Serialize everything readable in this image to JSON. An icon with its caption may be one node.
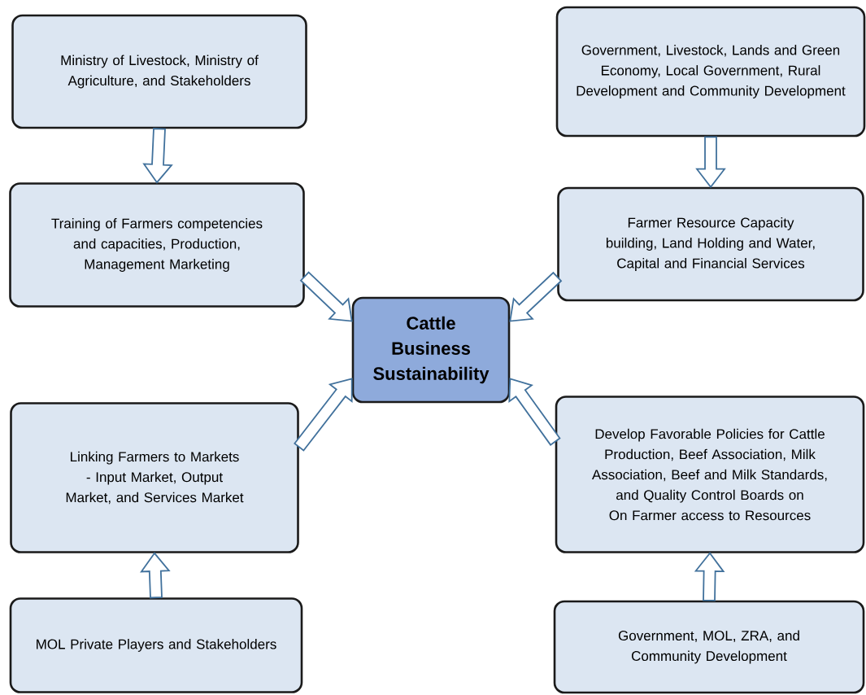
{
  "diagram": {
    "nodes": [
      {
        "text": [
          "Ministry of Livestock, Ministry of Agriculture, and Stakeholders"
        ]
      },
      {
        "text": [
          "Training of Farmers competencies and capacities, Production, Management Marketing"
        ]
      },
      {
        "text": [
          "Cattle Business Sustainability"
        ]
      },
      {
        "text": [
          "Linking Farmers to Markets  - Input Market, Output Market, and Services Market"
        ]
      },
      {
        "text": [
          "MOL Private Players and Stakeholders"
        ]
      },
      {
        "text": [
          "Government, Livestock, Lands and Green Economy, Local Government, Rural Development and Community Development"
        ]
      },
      {
        "text": [
          "Farmer Resource Capacity building, Land Holding and Water, Capital and Financial Services"
        ]
      },
      {
        "text": [
          "Develop Favorable Policies for Cattle Production, Beef Association, Milk Association, Beef and Milk Standards, and Quality Control Boards on On Farmer access to Resources"
        ]
      },
      {
        "text": [
          "Government, MOL, ZRA, and Community Development"
        ]
      }
    ],
    "edges": [
      {
        "from": 0,
        "to": 1,
        "arrow": "to"
      },
      {
        "from": 1,
        "to": 2,
        "arrow": "to"
      },
      {
        "from": 3,
        "to": 2,
        "arrow": "to"
      },
      {
        "from": 4,
        "to": 3,
        "arrow": "to"
      },
      {
        "from": 5,
        "to": 6,
        "arrow": "to"
      },
      {
        "from": 6,
        "to": 2,
        "arrow": "to"
      },
      {
        "from": 7,
        "to": 2,
        "arrow": "to"
      },
      {
        "from": 8,
        "to": 7,
        "arrow": "to"
      }
    ]
  }
}
